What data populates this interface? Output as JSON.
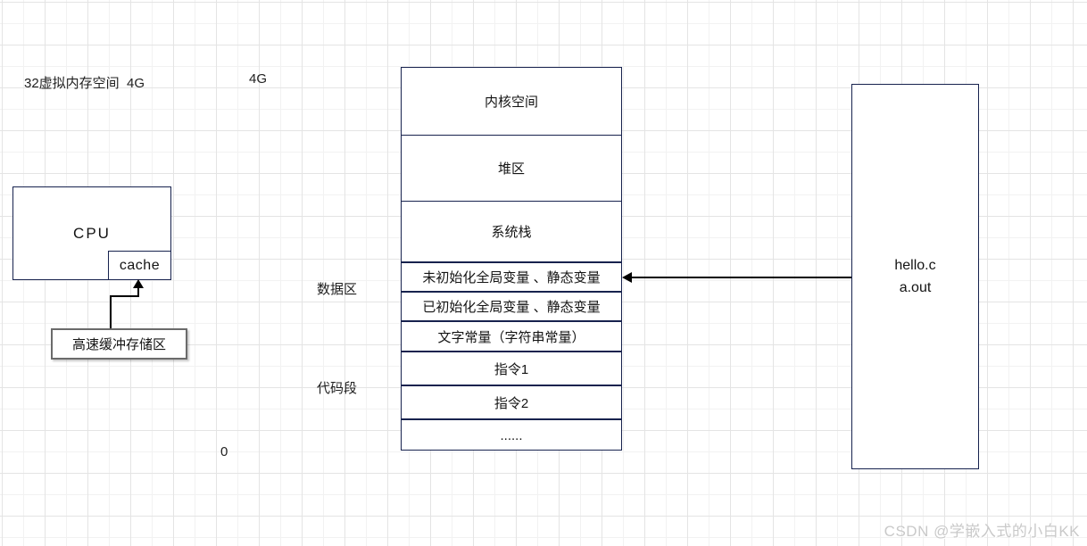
{
  "labels": {
    "top_left": "32虚拟内存空间  4G",
    "scale_top": "4G",
    "scale_zero": "0",
    "data_region": "数据区",
    "code_segment": "代码段"
  },
  "cpu": {
    "title": "CPU",
    "cache": "cache",
    "cache_callout": "高速缓冲存储区"
  },
  "memory_stack": {
    "sections": [
      {
        "id": "kernel",
        "label": "内核空间"
      },
      {
        "id": "heap",
        "label": "堆区"
      },
      {
        "id": "sysstack",
        "label": "系统栈"
      },
      {
        "id": "bss",
        "label": "未初始化全局变量 、静态变量"
      },
      {
        "id": "data",
        "label": "已初始化全局变量 、静态变量"
      },
      {
        "id": "rodata",
        "label": "文字常量（字符串常量）"
      },
      {
        "id": "insn1",
        "label": "指令1"
      },
      {
        "id": "insn2",
        "label": "指令2"
      },
      {
        "id": "more",
        "label": "......"
      }
    ]
  },
  "program_box": {
    "line1": "hello.c",
    "line2": "a.out"
  },
  "watermark": "CSDN @学嵌入式的小白KK",
  "colors": {
    "shape_border": "#17224e",
    "arrow": "#000000",
    "callout_border": "#6b6b6b",
    "grid_minor": "#f2f2f2",
    "grid_major": "#e4e4e4",
    "watermark": "#c9c9c9"
  }
}
